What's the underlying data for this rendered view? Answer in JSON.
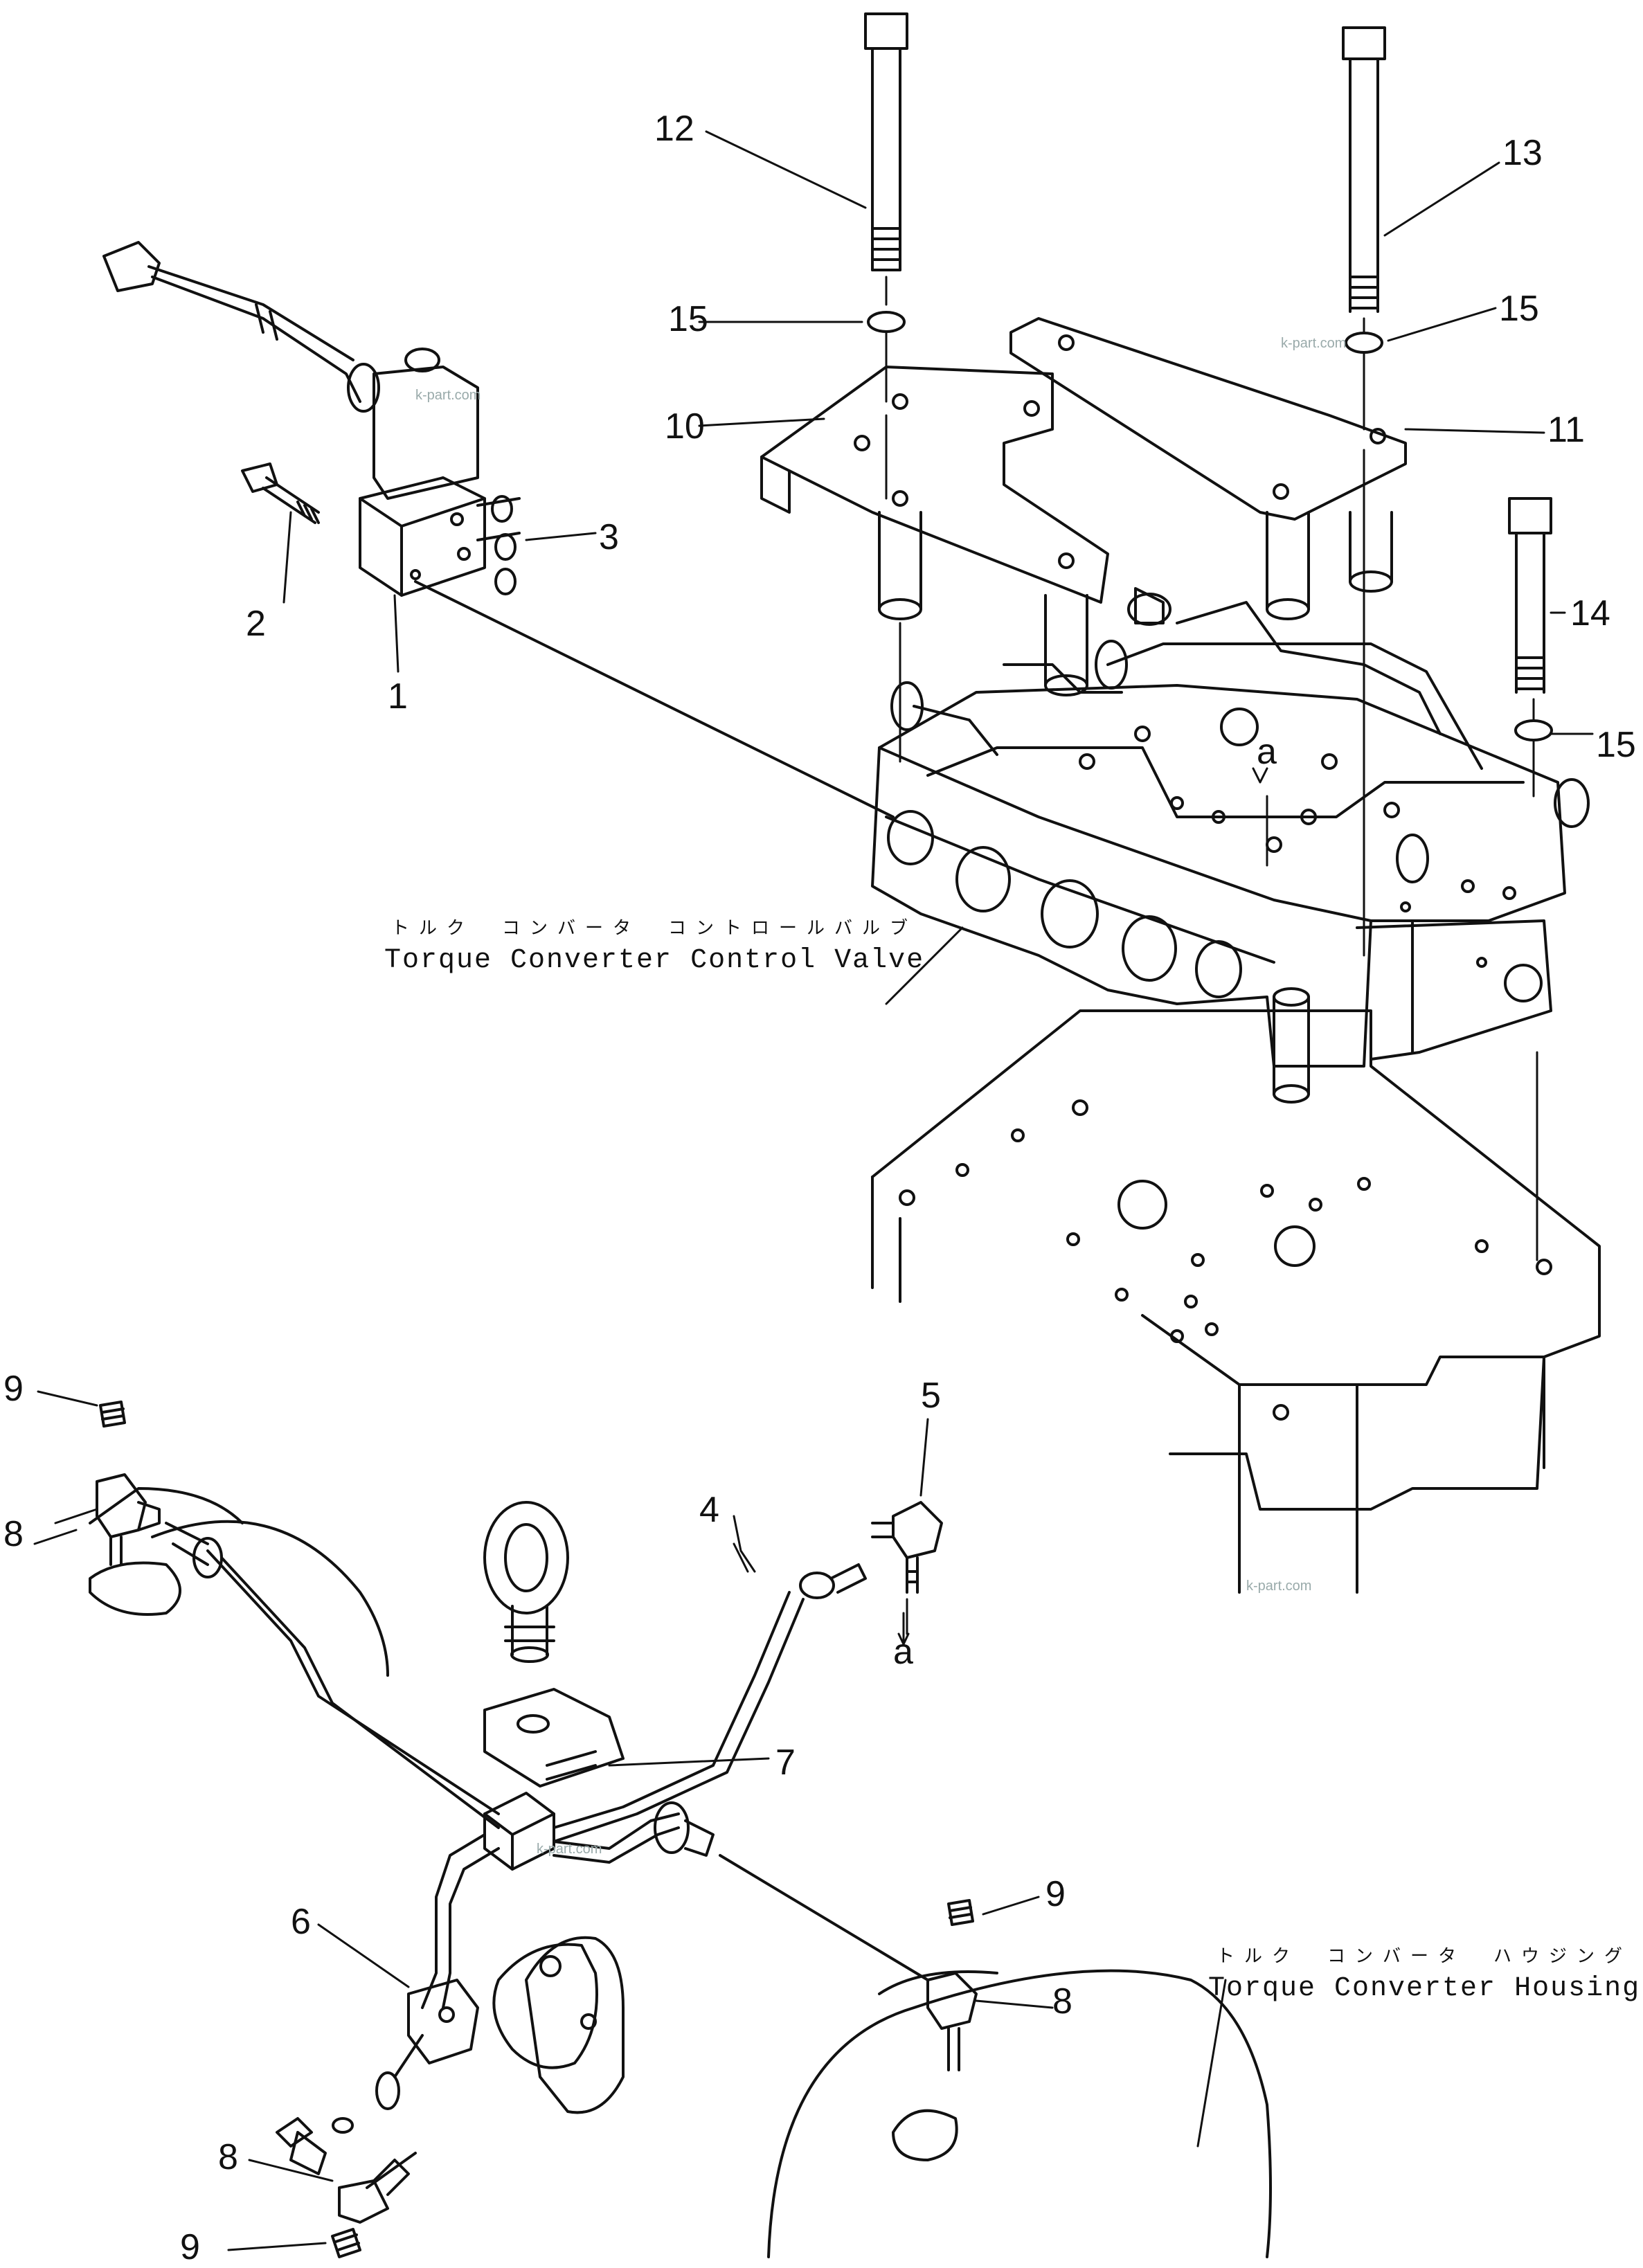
{
  "callouts": {
    "n1": "1",
    "n2": "2",
    "n3": "3",
    "n4": "4",
    "n5": "5",
    "n6": "6",
    "n7": "7",
    "n8a": "8",
    "n8b": "8",
    "n8c": "8",
    "n9a": "9",
    "n9b": "9",
    "n9c": "9",
    "n10": "10",
    "n11": "11",
    "n12": "12",
    "n13": "13",
    "n14": "14",
    "n15a": "15",
    "n15b": "15",
    "n15c": "15",
    "a_top": "a",
    "a_bottom": "a"
  },
  "labels": {
    "control_valve_ja": "トルク　コンバータ　コントロールバルブ",
    "control_valve_en": "Torque Converter Control Valve",
    "housing_ja": "トルク　コンバータ　ハウジング",
    "housing_en": "Torque Converter Housing"
  },
  "watermarks": {
    "w1": "k-part.com",
    "w2": "k-part.com",
    "w3": "k-part.com",
    "w4": "k-part.com"
  }
}
